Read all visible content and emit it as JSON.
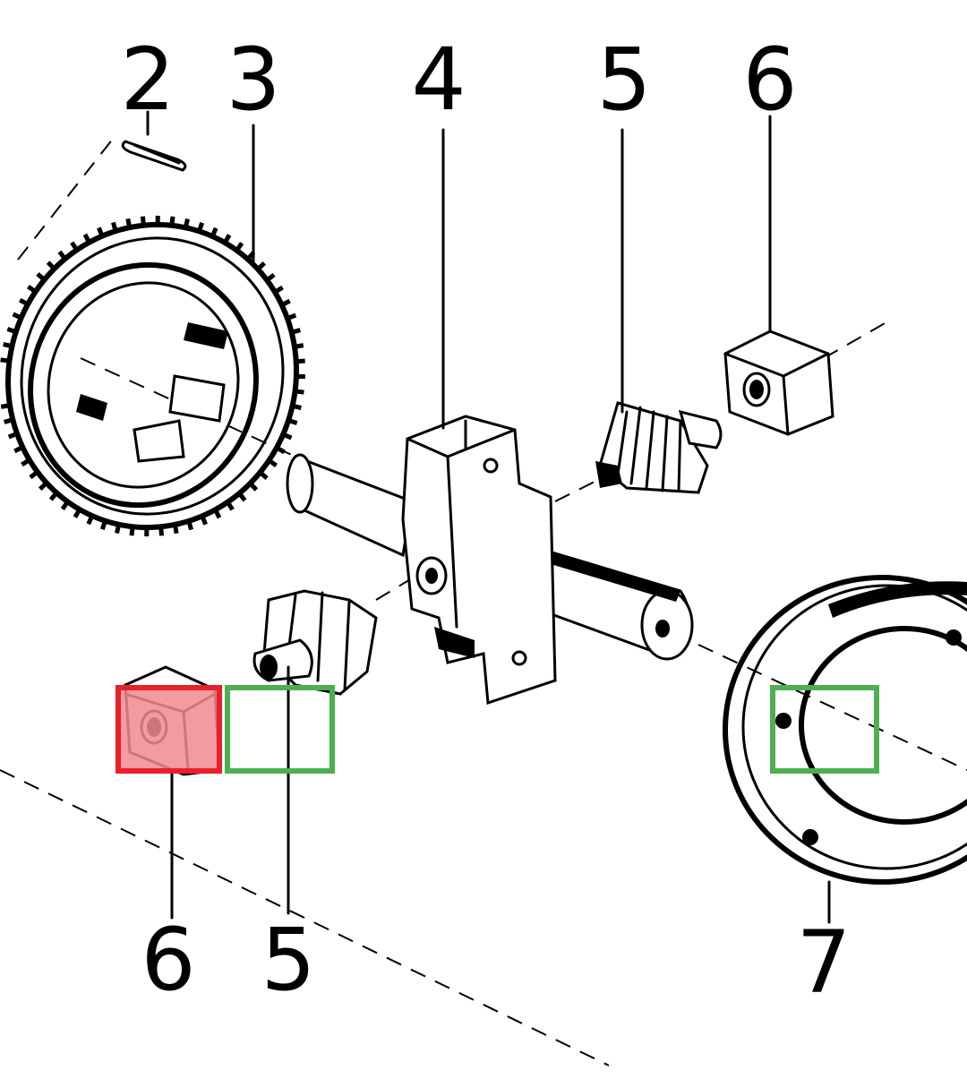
{
  "labels": {
    "top_2": "2",
    "top_3": "3",
    "top_4": "4",
    "top_5": "5",
    "top_6": "6",
    "bottom_6": "6",
    "bottom_5": "5",
    "bottom_7": "7"
  },
  "highlights": {
    "red": "#e8202a",
    "red_fill": "#f08a8f",
    "green": "#4caf50"
  }
}
